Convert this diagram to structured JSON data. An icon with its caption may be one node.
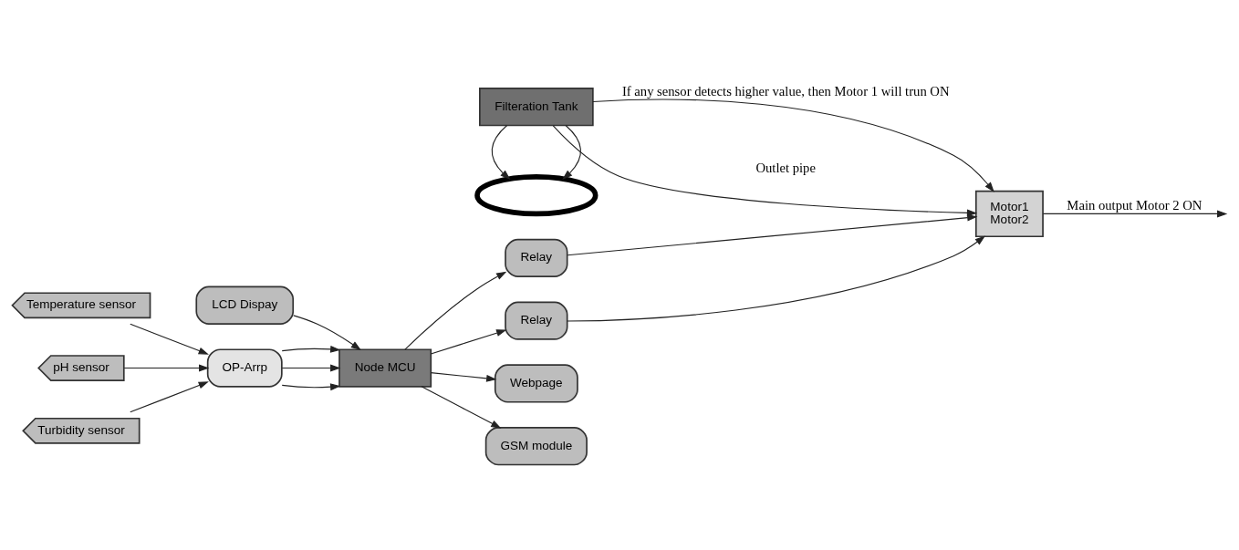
{
  "diagram": {
    "nodes": [
      {
        "text": [
          "Filteration Tank"
        ]
      },
      {
        "text": [
          "LCD Dispay"
        ]
      },
      {
        "text": [
          "Temperature sensor"
        ]
      },
      {
        "text": [
          "pH sensor"
        ]
      },
      {
        "text": [
          "Turbidity sensor"
        ]
      },
      {
        "text": [
          "OP-Arrp"
        ]
      },
      {
        "text": [
          "Node MCU"
        ]
      },
      {
        "text": [
          "Relay"
        ]
      },
      {
        "text": [
          "Relay"
        ]
      },
      {
        "text": [
          "Motor1",
          "Motor2"
        ]
      },
      {
        "text": [],
        "shape": "ellipse"
      },
      {
        "text": [
          "Webpage"
        ]
      },
      {
        "text": [
          "GSM module"
        ]
      }
    ],
    "edges": [
      {
        "from": 0,
        "to": 9,
        "arrow": "to",
        "label": "If any sensor detects higher value, then Motor 1 will trun ON"
      },
      {
        "from": 0,
        "to": 9,
        "arrow": "to",
        "label": "Outlet pipe"
      },
      {
        "from": 0,
        "to": 10,
        "arrow": "to"
      },
      {
        "from": 0,
        "to": 10,
        "arrow": "to"
      },
      {
        "from": 1,
        "to": 6,
        "arrow": "to"
      },
      {
        "from": 2,
        "to": 5,
        "arrow": "to"
      },
      {
        "from": 3,
        "to": 5,
        "arrow": "to"
      },
      {
        "from": 4,
        "to": 5,
        "arrow": "to"
      },
      {
        "from": 5,
        "to": 6,
        "arrow": "to"
      },
      {
        "from": 5,
        "to": 6,
        "arrow": "to"
      },
      {
        "from": 5,
        "to": 6,
        "arrow": "to"
      },
      {
        "from": 6,
        "to": 7,
        "arrow": "to"
      },
      {
        "from": 6,
        "to": 8,
        "arrow": "to"
      },
      {
        "from": 7,
        "to": 9,
        "arrow": "to"
      },
      {
        "from": 8,
        "to": 9,
        "arrow": "to"
      },
      {
        "from": 6,
        "to": 11,
        "arrow": "to"
      },
      {
        "from": 6,
        "to": 12,
        "arrow": "to"
      },
      {
        "from": 9,
        "to": null,
        "arrow": "to",
        "label": "Main output Motor 2 ON"
      }
    ]
  }
}
